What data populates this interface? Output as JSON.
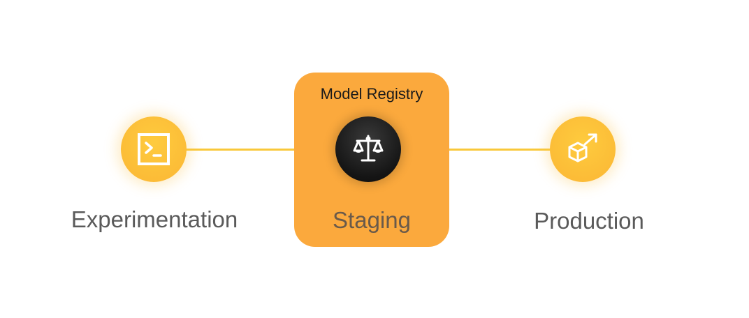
{
  "diagram": {
    "group": {
      "title": "Model Registry"
    },
    "stages": [
      {
        "label": "Experimentation",
        "icon": "terminal-icon"
      },
      {
        "label": "Staging",
        "icon": "scale-icon"
      },
      {
        "label": "Production",
        "icon": "box-arrow-icon"
      }
    ]
  },
  "colors": {
    "stage_accent": "#fbb634",
    "registry_bg": "#fba93d",
    "connector": "#f9c83a",
    "active_node": "#151515"
  }
}
